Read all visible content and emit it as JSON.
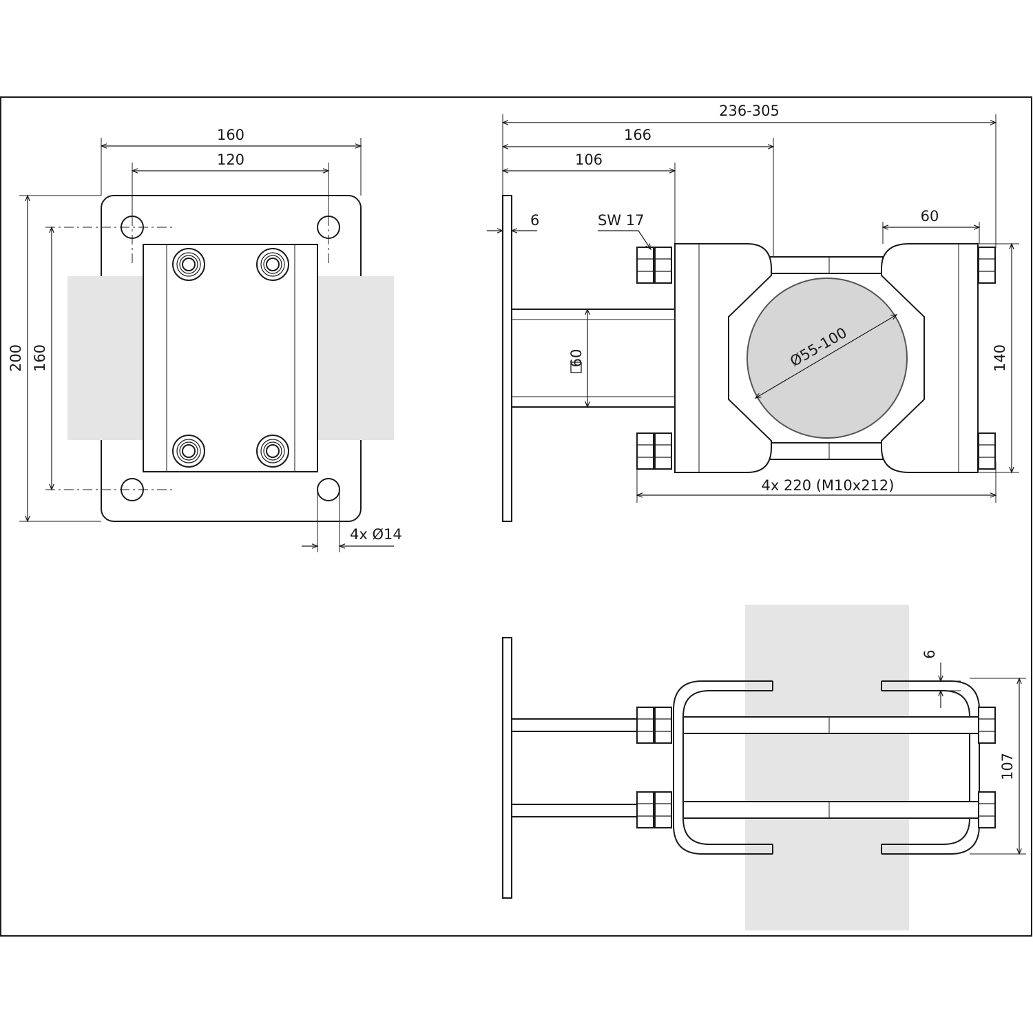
{
  "front_view": {
    "overall_width": "160",
    "hole_spacing_x": "120",
    "overall_height": "200",
    "hole_spacing_y": "160",
    "holes": "4x Ø14"
  },
  "side_view": {
    "total_length": "236-305",
    "length_to_pipe_axis": "166",
    "arm_length": "106",
    "plate_thickness": "6",
    "wrench_size": "SW 17",
    "clamp_width": "60",
    "tube_section": "60",
    "pipe_diameter": "Ø55-100",
    "clamp_height": "140",
    "bolts": "4x 220 (M10x212)"
  },
  "top_view": {
    "bar_thickness": "6",
    "bracket_height": "107"
  }
}
